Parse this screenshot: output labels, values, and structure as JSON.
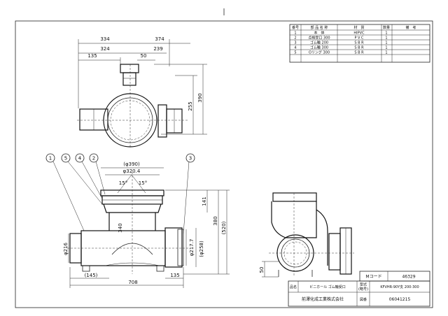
{
  "parts_table": {
    "headers": [
      "番号",
      "部 品 名 称",
      "材　質",
      "数量",
      "備　考"
    ],
    "rows": [
      {
        "no": "1",
        "name": "本　体",
        "material": "HIPVC",
        "qty": "1",
        "note": ""
      },
      {
        "no": "2",
        "name": "点検受口 300",
        "material": "P V C",
        "qty": "1",
        "note": ""
      },
      {
        "no": "3",
        "name": "ゴム輪 200",
        "material": "S B R",
        "qty": "1",
        "note": ""
      },
      {
        "no": "4",
        "name": "ゴム輪 300",
        "material": "S B R",
        "qty": "1",
        "note": ""
      },
      {
        "no": "5",
        "name": "Oリング 300",
        "material": "S B R",
        "qty": "1",
        "note": ""
      }
    ]
  },
  "top_view_dims": {
    "d334": "334",
    "d374": "374",
    "d324": "324",
    "d239": "239",
    "d135": "135",
    "d50": "50",
    "d390": "390",
    "d255": "255"
  },
  "front_view_dims": {
    "d390p": "(φ390)",
    "d3204": "φ320.4",
    "ang1": "15°",
    "ang2": "15°",
    "d141": "141",
    "d380": "380",
    "d520": "(520)",
    "d340": "340",
    "d216": "φ216",
    "d2177": "φ217.7",
    "d258": "(φ258)",
    "d145": "(145)",
    "d135": "135",
    "d708": "708"
  },
  "side_view_dims": {
    "d50": "50"
  },
  "balloons": [
    "1",
    "5",
    "4",
    "2",
    "3"
  ],
  "title_block": {
    "mcode_label": "Mコード",
    "mcode_value": "46329",
    "name_label": "品名",
    "name_value": "ビニホール ゴム輪受口",
    "model_label_1": "型式",
    "model_label_2": "(略号)",
    "model_value": "KFVHR-90Y支 200-300",
    "company": "前澤化成工業株式会社",
    "drawing_no_label": "図番",
    "drawing_no_value": "06041215"
  }
}
